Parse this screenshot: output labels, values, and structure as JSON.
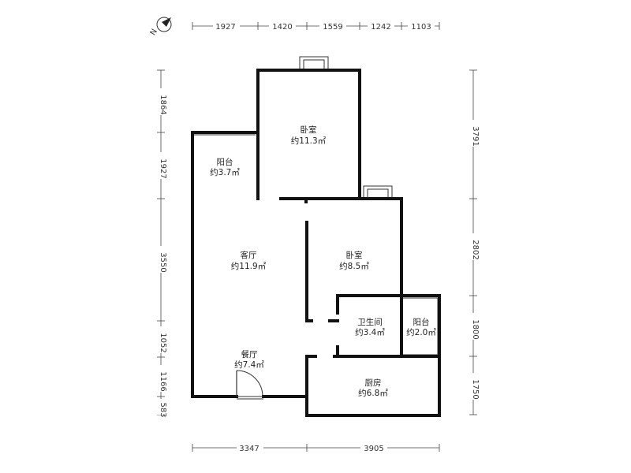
{
  "compass": {
    "label": "N",
    "icon": "north-arrow-icon"
  },
  "dimensions": {
    "top": [
      "1927",
      "1420",
      "1559",
      "1242",
      "1103"
    ],
    "bottom": [
      "3347",
      "3905"
    ],
    "left": [
      "1864",
      "1927",
      "3550",
      "1052",
      "1166",
      "583"
    ],
    "right": [
      "3791",
      "2802",
      "1800",
      "1750"
    ]
  },
  "rooms": {
    "bedroom_large": {
      "name": "卧室",
      "area": "约11.3㎡"
    },
    "balcony_left": {
      "name": "阳台",
      "area": "约3.7㎡"
    },
    "living": {
      "name": "客厅",
      "area": "约11.9㎡"
    },
    "bedroom_small": {
      "name": "卧室",
      "area": "约8.5㎡"
    },
    "bathroom": {
      "name": "卫生间",
      "area": "约3.4㎡"
    },
    "balcony_right": {
      "name": "阳台",
      "area": "约2.0㎡"
    },
    "dining": {
      "name": "餐厅",
      "area": "约7.4㎡"
    },
    "kitchen": {
      "name": "厨房",
      "area": "约6.8㎡"
    }
  }
}
